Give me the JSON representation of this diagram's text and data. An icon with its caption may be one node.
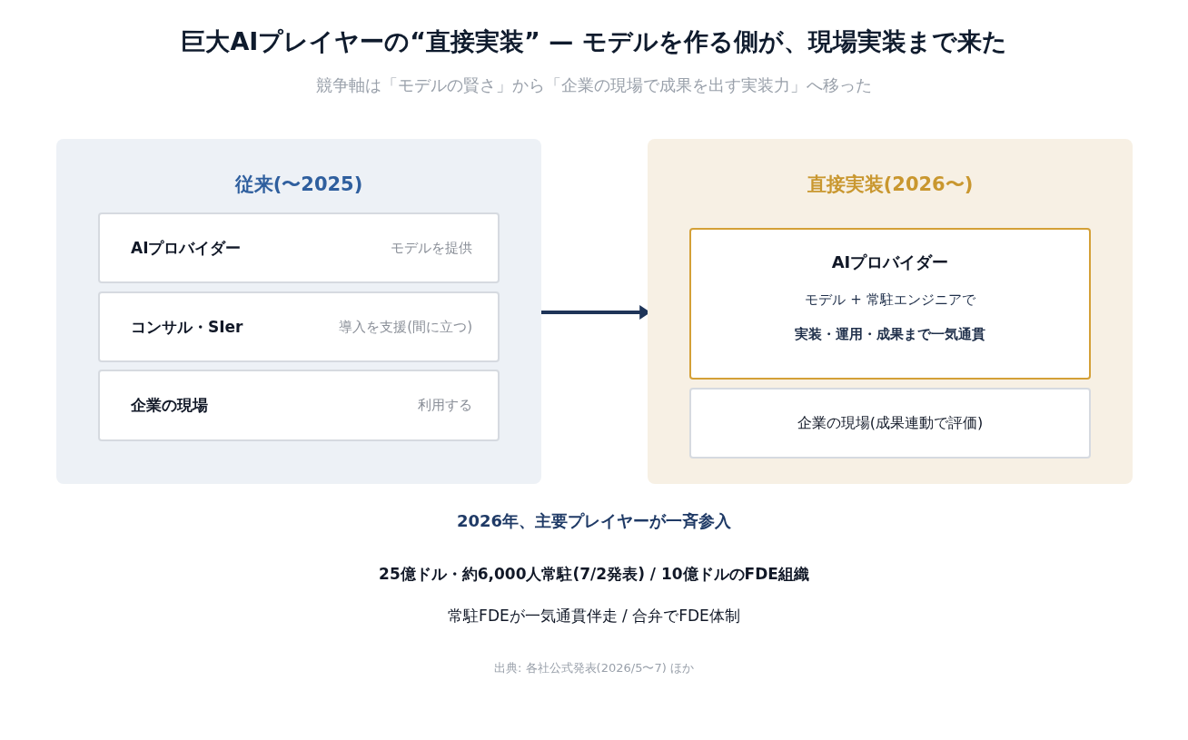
{
  "diagram": {
    "title": "巨大AIプレイヤーの“直接実装” — モデルを作る側が、現場実装まで来た",
    "nodes": [
      {
        "text": [
          "従来(〜2025)"
        ]
      },
      {
        "text": [
          "AIプロバイダー",
          "モデルを提供"
        ],
        "in": 0
      },
      {
        "text": [
          "コンサル・SIer",
          "導入を支援(間に立つ)"
        ],
        "in": 0
      },
      {
        "text": [
          "企業の現場",
          "利用する"
        ],
        "in": 0
      },
      {
        "text": [
          "直接実装(2026〜)"
        ]
      },
      {
        "text": [
          "AIプロバイダー",
          "モデル + 常駐エンジニアで",
          "実装・運用・成果まで一気通貫"
        ],
        "in": 4
      },
      {
        "text": [
          "企業の現場(成果連動で評価)"
        ],
        "in": 4
      }
    ],
    "edges": [
      {
        "from": 0,
        "to": 4,
        "arrow": "to"
      }
    ],
    "labels": [
      "競争軸は「モデルの賢さ」から「企業の現場で成果を出す実装力」へ移った",
      "2026年、主要プレイヤーが一斉参入",
      "25億ドル・約6,000人常駐(7/2発表) / 10億ドルのFDE組織",
      "常駐FDEが一気通貫伴走 / 合弁でFDE体制",
      "出典: 各社公式発表(2026/5〜7) ほか"
    ]
  }
}
